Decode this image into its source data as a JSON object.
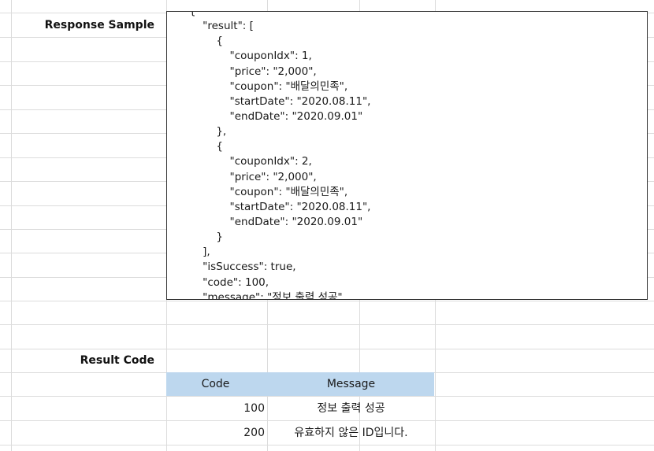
{
  "labels": {
    "response_sample": "Response Sample",
    "result_code": "Result Code"
  },
  "response_sample_lines": [
    "{",
    "    \"result\": [",
    "        {",
    "            \"couponIdx\": 1,",
    "            \"price\": \"2,000\",",
    "            \"coupon\": \"배달의민족\",",
    "            \"startDate\": \"2020.08.11\",",
    "            \"endDate\": \"2020.09.01\"",
    "        },",
    "        {",
    "            \"couponIdx\": 2,",
    "            \"price\": \"2,000\",",
    "            \"coupon\": \"배달의민족\",",
    "            \"startDate\": \"2020.08.11\",",
    "            \"endDate\": \"2020.09.01\"",
    "        }",
    "    ],",
    "    \"isSuccess\": true,",
    "    \"code\": 100,",
    "    \"message\": \"정보 출력 성공\""
  ],
  "result_code_table": {
    "headers": {
      "code": "Code",
      "message": "Message"
    },
    "rows": [
      {
        "code": "100",
        "message": "정보 출력 성공"
      },
      {
        "code": "200",
        "message": "유효하지 않은 ID입니다."
      }
    ]
  },
  "colors": {
    "header_fill": "#bdd7ee",
    "grid_line": "#dcdcdc",
    "box_border": "#333333"
  }
}
